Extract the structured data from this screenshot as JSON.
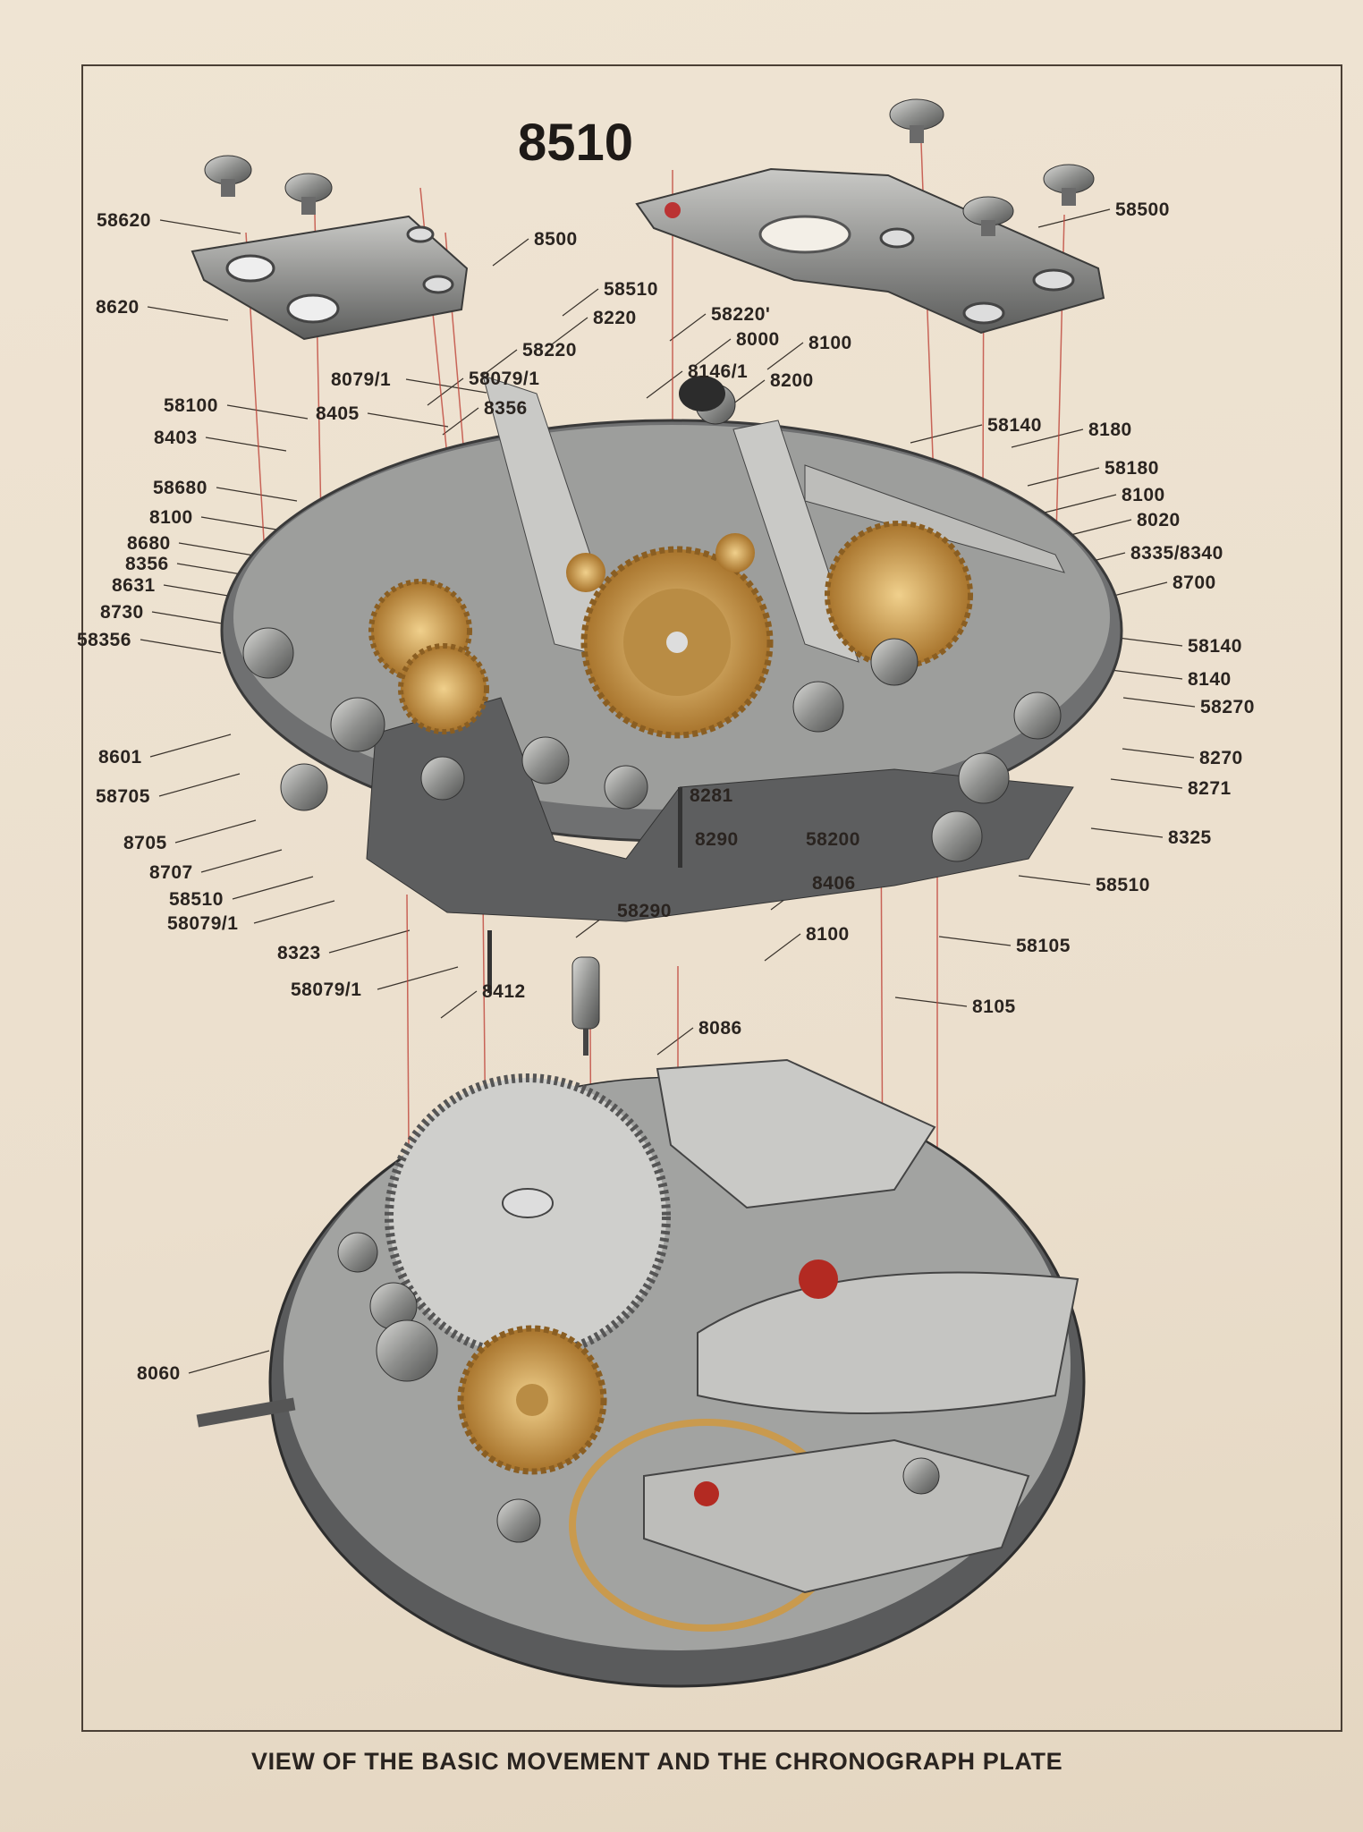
{
  "title": "8510",
  "caption": "VIEW OF THE BASIC MOVEMENT AND THE CHRONOGRAPH PLATE",
  "labels": [
    "58620",
    "8620",
    "8500",
    "58500",
    "58510",
    "8220",
    "58220'",
    "8000",
    "8100",
    "8146/1",
    "8200",
    "58220",
    "8079/1",
    "58079/1",
    "58100",
    "8405",
    "8356",
    "8403",
    "58140",
    "8180",
    "58680",
    "58180",
    "8100",
    "8100",
    "8680",
    "8020",
    "8356",
    "8335/8340",
    "8631",
    "8700",
    "8730",
    "58356",
    "58140",
    "8140",
    "58270",
    "8601",
    "8270",
    "58705",
    "8271",
    "8281",
    "8290",
    "58200",
    "8325",
    "8705",
    "8707",
    "8406",
    "58510",
    "58510",
    "58290",
    "58079/1",
    "8100",
    "58105",
    "8323",
    "58079/1",
    "8412",
    "8105",
    "8086",
    "8060"
  ],
  "colors": {
    "leader": "#c0453a",
    "steel": "#9a9a98",
    "gold": "#c99a4e",
    "ink": "#2a2420"
  }
}
